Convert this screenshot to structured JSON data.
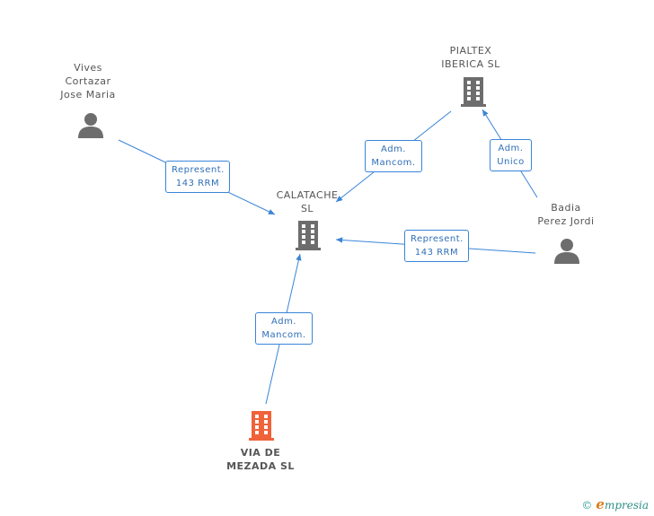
{
  "nodes": [
    {
      "id": "vives",
      "type": "person",
      "lines": [
        "Vives",
        "Cortazar",
        "Jose Maria"
      ]
    },
    {
      "id": "pialtex",
      "type": "company",
      "lines": [
        "PIALTEX",
        "IBERICA SL"
      ]
    },
    {
      "id": "calatache",
      "type": "company",
      "lines": [
        "CALATACHE",
        "SL"
      ]
    },
    {
      "id": "badia",
      "type": "person",
      "lines": [
        "Badia",
        "Perez Jordi"
      ]
    },
    {
      "id": "via",
      "type": "company-main",
      "lines": [
        "VIA DE",
        "MEZADA SL"
      ]
    }
  ],
  "edges": [
    {
      "from": "vives",
      "to": "calatache",
      "lines": [
        "Represent.",
        "143 RRM"
      ]
    },
    {
      "from": "pialtex",
      "to": "calatache",
      "lines": [
        "Adm.",
        "Mancom."
      ]
    },
    {
      "from": "badia",
      "to": "pialtex",
      "lines": [
        "Adm.",
        "Unico"
      ]
    },
    {
      "from": "badia",
      "to": "calatache",
      "lines": [
        "Represent.",
        "143 RRM"
      ]
    },
    {
      "from": "via",
      "to": "calatache",
      "lines": [
        "Adm.",
        "Mancom."
      ]
    }
  ],
  "colors": {
    "edge": "#3a85d8",
    "company": "#6d6d6d",
    "main": "#f0623a",
    "person": "#6d6d6d"
  },
  "footer": {
    "copyright": "©",
    "brand_e": "e",
    "brand_rest": "mpresia"
  }
}
